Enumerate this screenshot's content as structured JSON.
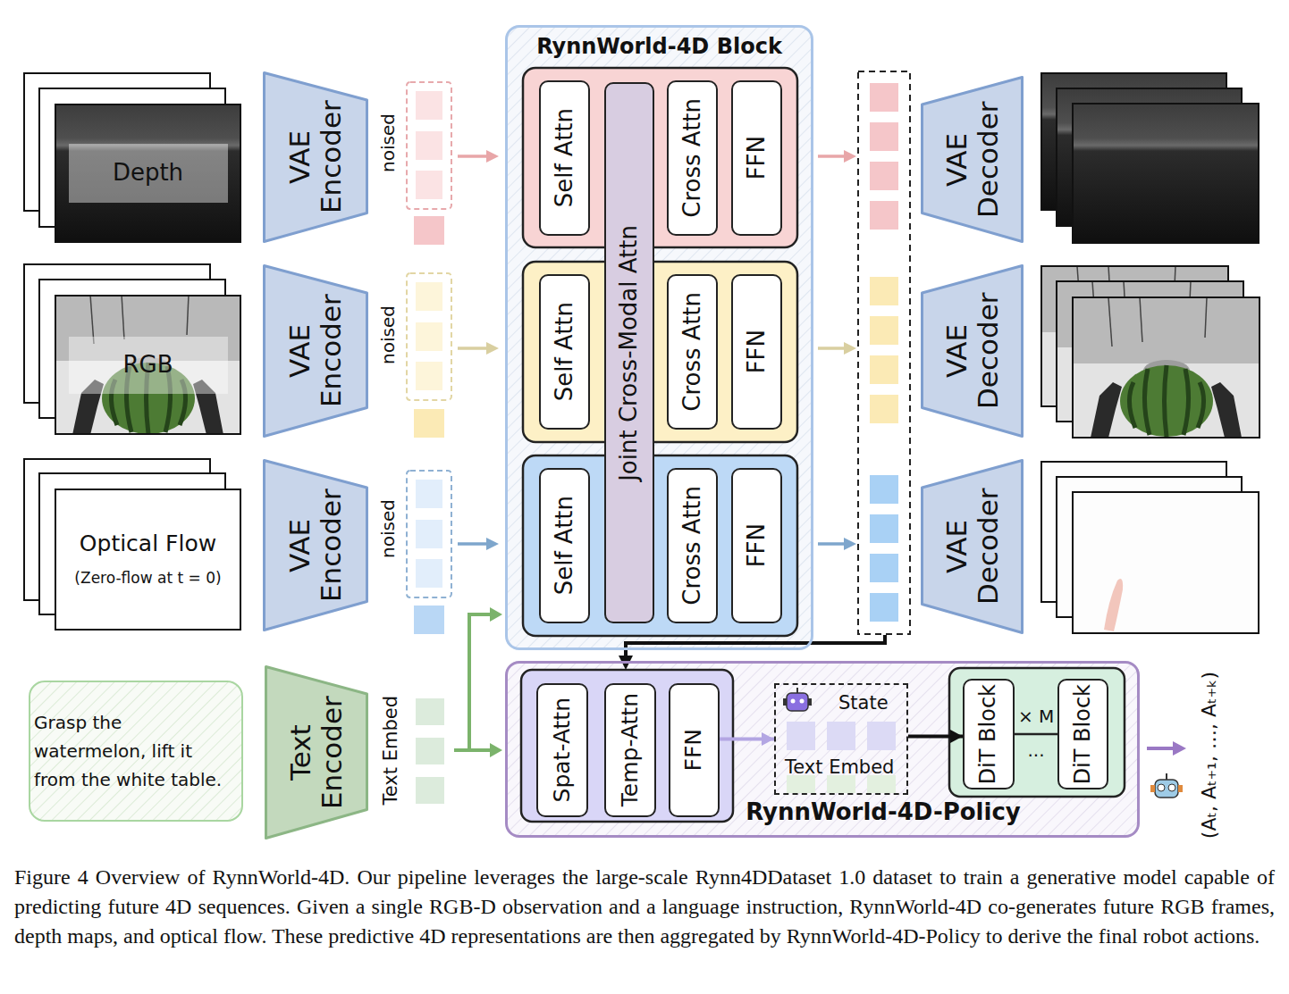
{
  "diagram": {
    "caption": "Figure 4 Overview of RynnWorld-4D. Our pipeline leverages the large-scale Rynn4DDataset 1.0 dataset to train a generative model capable of predicting future 4D sequences. Given a single RGB-D observation and a language instruction, RynnWorld-4D co-generates future RGB frames, depth maps, and optical flow. These predictive 4D representations are then aggregated by RynnWorld-4D-Policy to derive the final robot actions.",
    "nodes": [
      {
        "text": [
          "Depth"
        ]
      },
      {
        "text": [
          "VAE Encoder"
        ]
      },
      {
        "text": [
          "RGB"
        ]
      },
      {
        "text": [
          "VAE Encoder"
        ]
      },
      {
        "text": [
          "Optical Flow",
          "(Zero-flow at t = 0)"
        ]
      },
      {
        "text": [
          "VAE Encoder"
        ]
      },
      {
        "text": [
          "Grasp the watermelon, lift it from the white table."
        ]
      },
      {
        "text": [
          "Text Encoder"
        ]
      },
      {
        "text": [
          "RynnWorld-4D Block"
        ]
      },
      {
        "text": [
          "Self Attn"
        ],
        "in": 8
      },
      {
        "text": [
          "Cross Attn"
        ],
        "in": 8
      },
      {
        "text": [
          "FFN"
        ],
        "in": 8
      },
      {
        "text": [
          "Self Attn"
        ],
        "in": 8
      },
      {
        "text": [
          "Cross Attn"
        ],
        "in": 8
      },
      {
        "text": [
          "FFN"
        ],
        "in": 8
      },
      {
        "text": [
          "Self Attn"
        ],
        "in": 8
      },
      {
        "text": [
          "Cross Attn"
        ],
        "in": 8
      },
      {
        "text": [
          "FFN"
        ],
        "in": 8
      },
      {
        "text": [
          "Joint Cross-Modal Attn"
        ],
        "in": 8
      },
      {
        "text": [
          "VAE Decoder"
        ]
      },
      {
        "text": [
          "VAE Decoder"
        ]
      },
      {
        "text": [
          "VAE Decoder"
        ]
      },
      {
        "text": [
          "RynnWorld-4D-Policy"
        ]
      },
      {
        "text": [
          "Spat-Attn"
        ],
        "in": 22
      },
      {
        "text": [
          "Temp-Attn"
        ],
        "in": 22
      },
      {
        "text": [
          "FFN"
        ],
        "in": 22
      },
      {
        "text": [
          "State",
          "Text Embed"
        ],
        "in": 22
      },
      {
        "text": [
          "DiT Block"
        ],
        "in": 22
      },
      {
        "text": [
          "DiT Block"
        ],
        "in": 22
      }
    ],
    "edges": [
      {
        "from": 25,
        "to": 26,
        "arrow": "to"
      },
      {
        "from": 26,
        "to": 27,
        "arrow": "to"
      },
      {
        "from": 27,
        "to": 28,
        "arrow": "none",
        "label": "× M"
      }
    ],
    "labels": [
      "noised",
      "noised",
      "noised",
      "Text Embed",
      "...",
      "(Aₜ, Aₜ₊₁, …, Aₜ₊ₖ)"
    ]
  }
}
